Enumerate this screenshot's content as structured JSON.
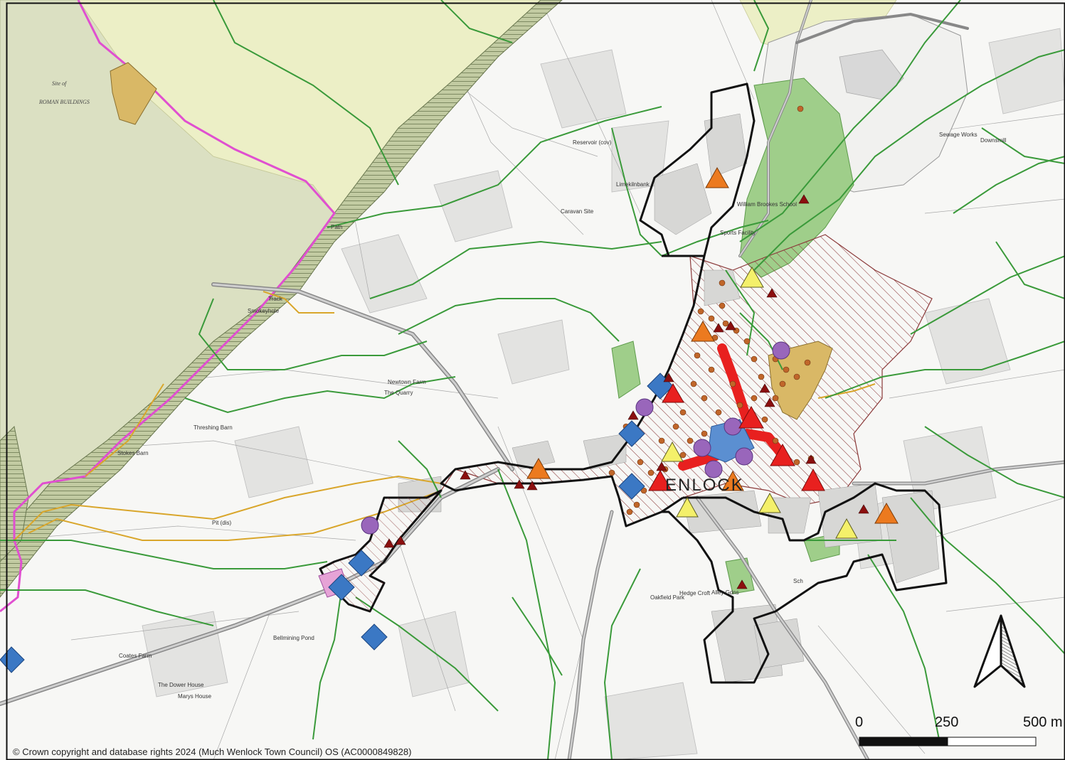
{
  "map": {
    "copyright": "© Crown copyright and database rights 2024 (Much Wenlock Town Council) OS (AC0000849828)",
    "town_label": "ENLOCK",
    "scale_bar": {
      "labels": [
        "0",
        "250",
        "500 m"
      ],
      "unit": "m"
    },
    "north_arrow": "north-arrow-icon",
    "place_labels": {
      "roman_site_1": "Site of",
      "roman_site_2": "ROMAN BUILDINGS",
      "smokeyhole": "Smokeyhole",
      "newtown_farm": "Newtown Farm",
      "the_quarry": "The Quarry",
      "threshing_barn": "Threshing Barn",
      "stokes_barn": "Stokes Barn",
      "limekilnbank": "Limekilnbank",
      "caravan_site": "Caravan Site",
      "reservoir": "Reservoir (cov)",
      "william_brookes": "William Brookes School",
      "sports_facility": "Sports Facility",
      "hedge_croft": "Hedge Croft",
      "oakfield_park": "Oakfield Park",
      "alley_gdns": "Alley Gdns",
      "sch": "Sch",
      "coates_farm": "Coates Farm",
      "the_dower_house": "The Dower House",
      "marys_house": "Marys House",
      "bellmining_pond": "Bellmining Pond",
      "downsmill": "Downsmill",
      "sewage_works": "Sewage Works",
      "pit_dis": "Pit (dis)",
      "track": "Track",
      "path": "Path"
    },
    "colors": {
      "background": "#f7f7f5",
      "landscape_green": "#dbe0c2",
      "landscape_yellow": "#ecefc6",
      "hatch_band": "#b9c39a",
      "roman_site": "#d9b866",
      "conservation_hatch": "#8b3a3a",
      "boundary": "#111111",
      "footpath": "#3a9a3a",
      "bridleway": "#d9a62b",
      "parish_boundary": "#e04fd0",
      "green_space": "#9fce8a",
      "listed_dot": "#c0662a",
      "triangle_red": "#e8201f",
      "triangle_orange": "#ec7a1f",
      "triangle_yellow": "#f4f06a",
      "triangle_darkred": "#8b0f0f",
      "diamond_blue": "#3b78c4",
      "circle_purple": "#9966bb",
      "street_red": "#e8201f"
    }
  }
}
